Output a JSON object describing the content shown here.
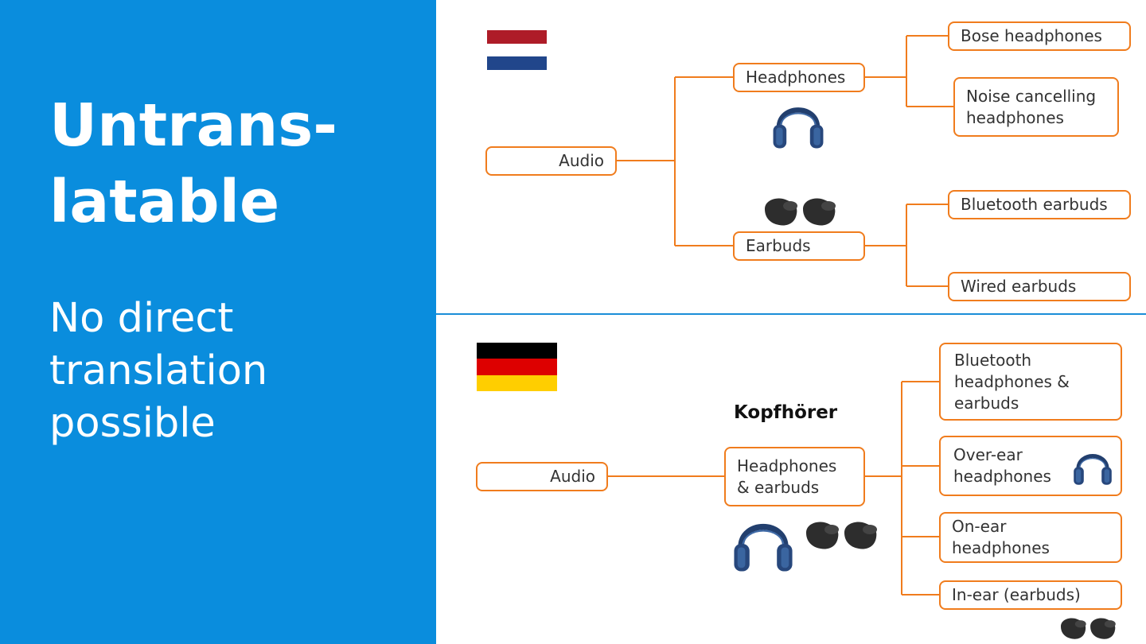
{
  "panel": {
    "title_line1": "Untrans-",
    "title_line2": "latable",
    "subtitle_line1": "No direct",
    "subtitle_line2": "translation",
    "subtitle_line3": "possible",
    "background_color": "#0a8ddd"
  },
  "accent_color": "#f07c1d",
  "dutch_tree": {
    "flag": {
      "name": "netherlands-flag",
      "colors": [
        "#ae1c28",
        "#ffffff",
        "#21468b"
      ]
    },
    "root": "Audio",
    "headphones": "Headphones",
    "earbuds": "Earbuds",
    "headphones_children": [
      "Bose headphones",
      "Noise cancelling\nheadphones"
    ],
    "earbuds_children": [
      "Bluetooth earbuds",
      "Wired earbuds"
    ],
    "icons": [
      "headphones-icon",
      "earbuds-icon"
    ]
  },
  "german_tree": {
    "flag": {
      "name": "germany-flag",
      "colors": [
        "#000000",
        "#dd0000",
        "#ffce00"
      ]
    },
    "heading": "Kopfhörer",
    "root": "Audio",
    "middle": "Headphones\n& earbuds",
    "children": [
      "Bluetooth\nheadphones &\nearbuds",
      "Over-ear\nheadphones",
      "On-ear\nheadphones",
      "In-ear (earbuds)"
    ],
    "icons": [
      "headphones-icon",
      "earbuds-icon"
    ]
  }
}
